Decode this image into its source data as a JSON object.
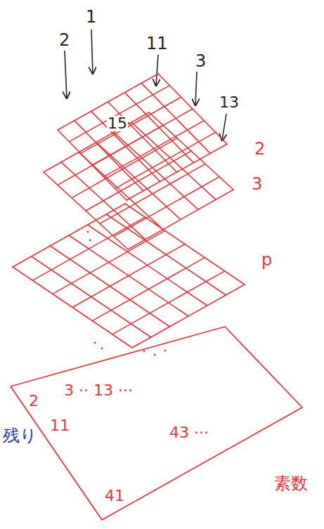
{
  "diagram": {
    "nodes": [
      {
        "text": [
          "15"
        ]
      },
      {
        "text": [
          "2",
          "3 ·· 13 ···",
          "11",
          "41",
          "43 ···"
        ]
      }
    ],
    "labels": [
      "1",
      "2",
      "11",
      "3",
      "13",
      "2",
      "3",
      "p",
      "残り",
      "素数"
    ]
  }
}
